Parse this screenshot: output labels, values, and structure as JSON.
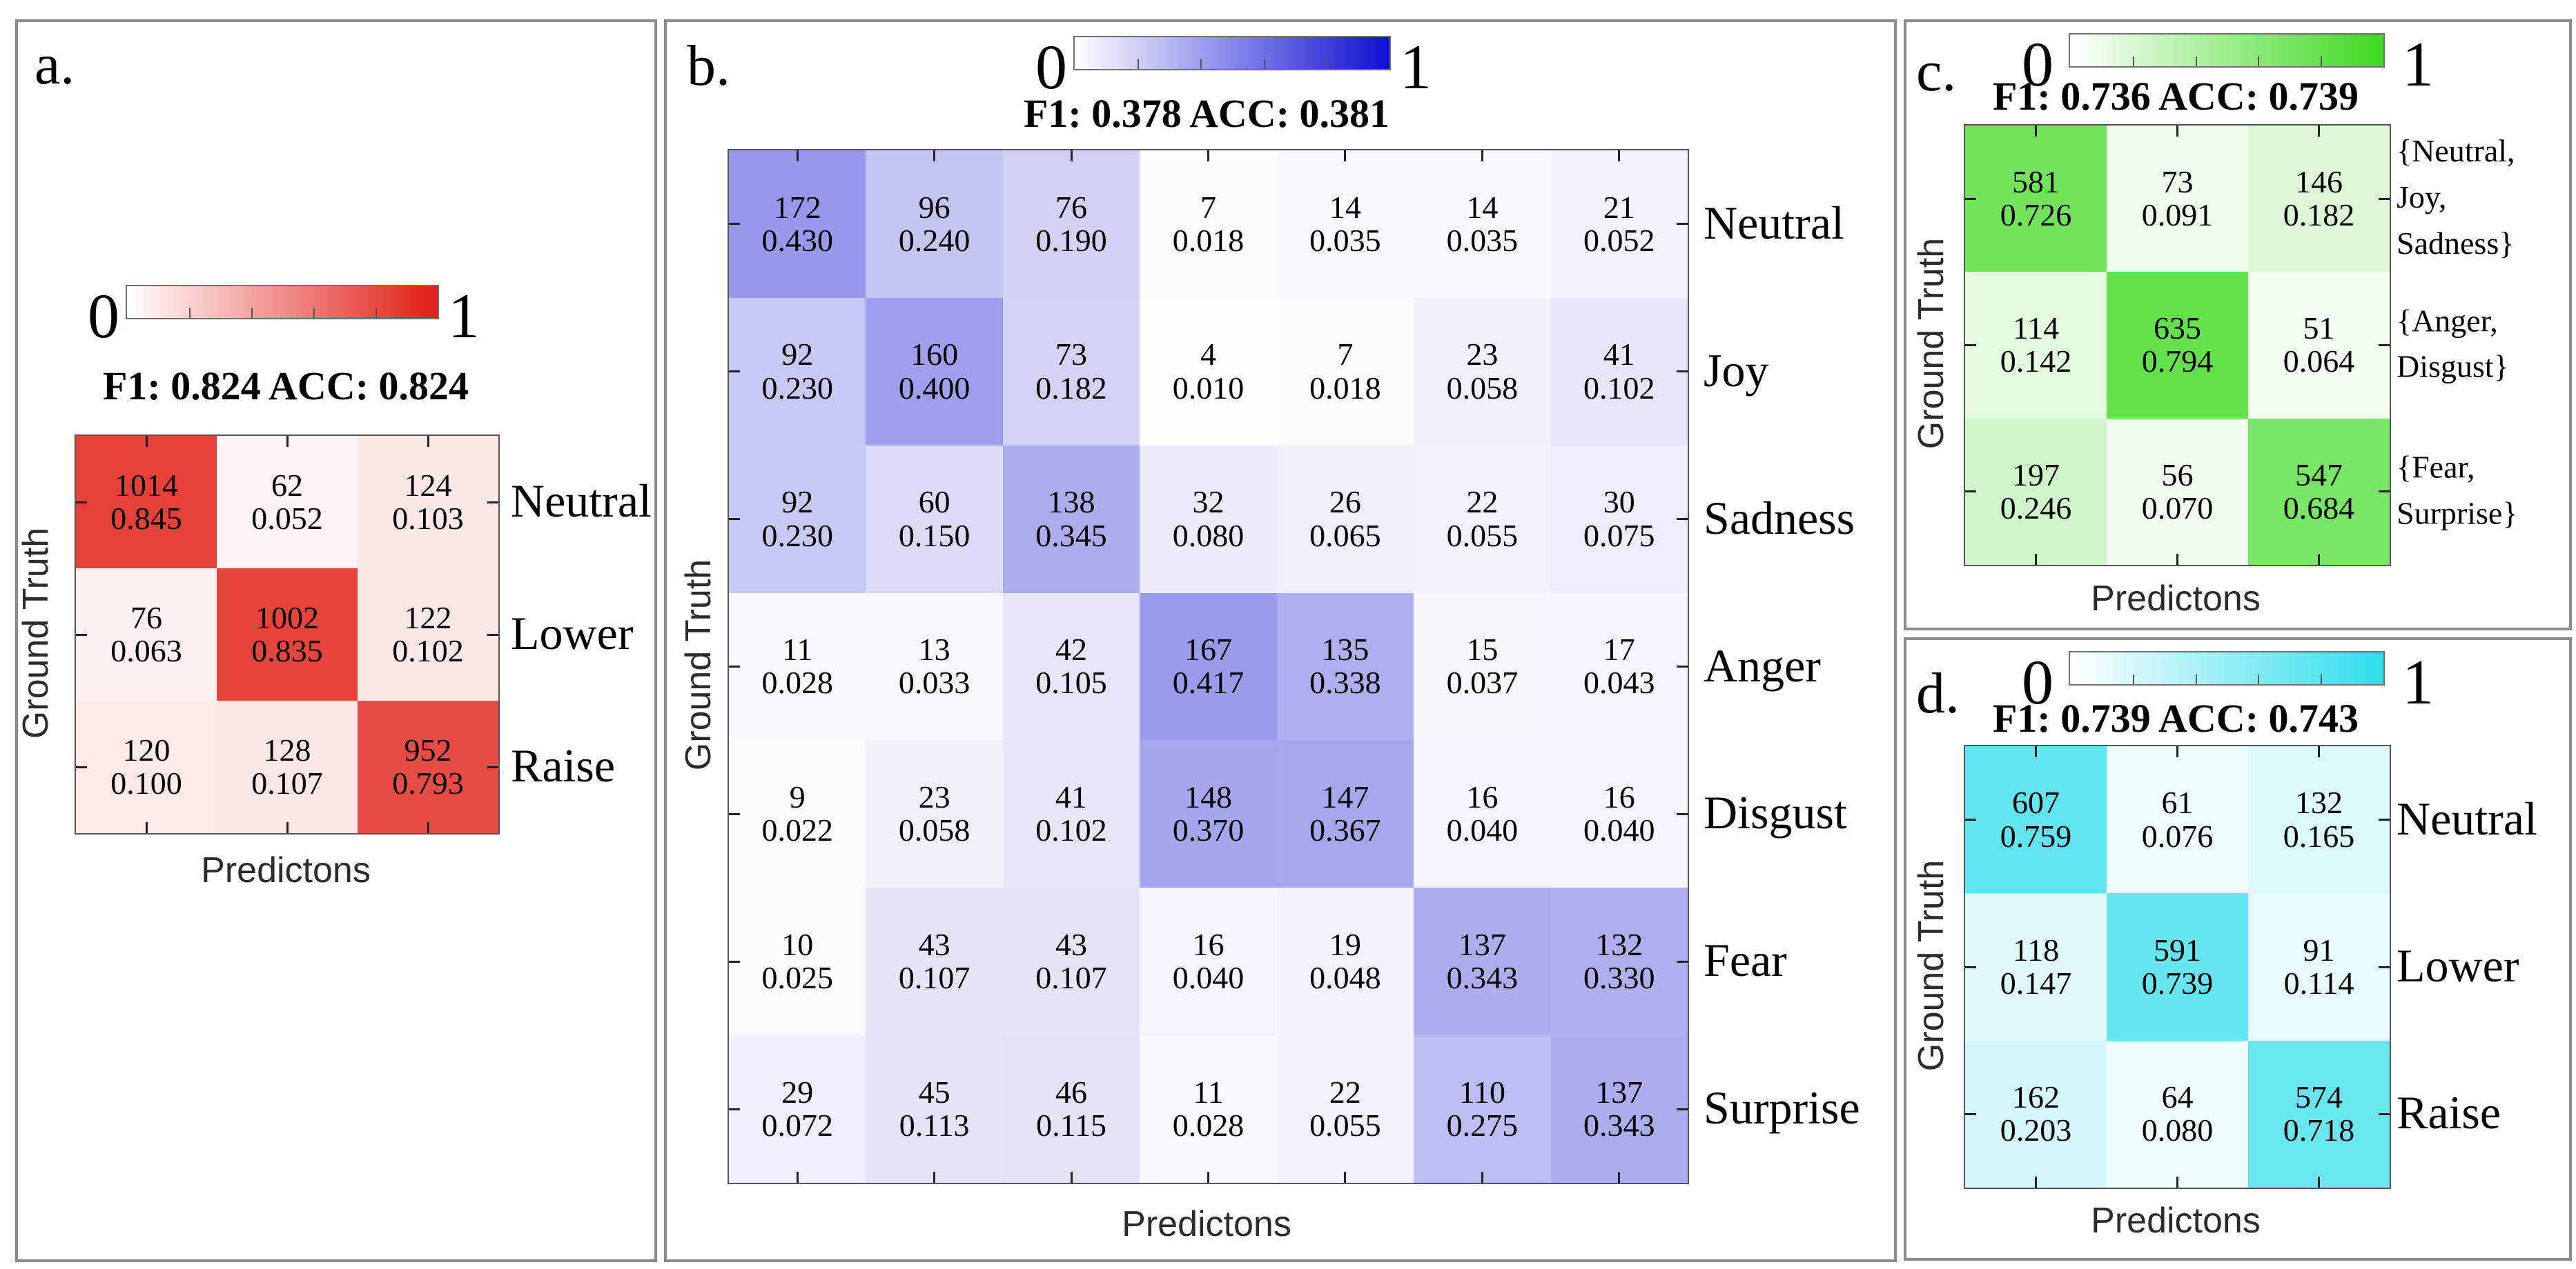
{
  "figure_name": "confusion-matrices",
  "chart_data": [
    {
      "id": "a",
      "type": "heatmap",
      "letter": "a.",
      "title": "F1: 0.824 ACC: 0.824",
      "f1": 0.824,
      "acc": 0.824,
      "xlabel": "Predictons",
      "ylabel": "Ground Truth",
      "colorbar": {
        "min_label": "0",
        "max_label": "1",
        "max_color": "#e11e14",
        "min_color": "#ffffff"
      },
      "row_labels": [
        [
          "Neutral"
        ],
        [
          "Lower"
        ],
        [
          "Raise"
        ]
      ],
      "cells": [
        [
          {
            "n": "1014",
            "p": "0.845"
          },
          {
            "n": "62",
            "p": "0.052"
          },
          {
            "n": "124",
            "p": "0.103"
          }
        ],
        [
          {
            "n": "76",
            "p": "0.063"
          },
          {
            "n": "1002",
            "p": "0.835"
          },
          {
            "n": "122",
            "p": "0.102"
          }
        ],
        [
          {
            "n": "120",
            "p": "0.100"
          },
          {
            "n": "128",
            "p": "0.107"
          },
          {
            "n": "952",
            "p": "0.793"
          }
        ]
      ]
    },
    {
      "id": "b",
      "type": "heatmap",
      "letter": "b.",
      "title": "F1: 0.378 ACC: 0.381",
      "f1": 0.378,
      "acc": 0.381,
      "xlabel": "Predictons",
      "ylabel": "Ground Truth",
      "colorbar": {
        "min_label": "0",
        "max_label": "1",
        "max_color": "#0f0fd2",
        "min_color": "#ffffff"
      },
      "row_labels": [
        [
          "Neutral"
        ],
        [
          "Joy"
        ],
        [
          "Sadness"
        ],
        [
          "Anger"
        ],
        [
          "Disgust"
        ],
        [
          "Fear"
        ],
        [
          "Surprise"
        ]
      ],
      "cells": [
        [
          {
            "n": "172",
            "p": "0.430"
          },
          {
            "n": "96",
            "p": "0.240"
          },
          {
            "n": "76",
            "p": "0.190"
          },
          {
            "n": "7",
            "p": "0.018"
          },
          {
            "n": "14",
            "p": "0.035"
          },
          {
            "n": "14",
            "p": "0.035"
          },
          {
            "n": "21",
            "p": "0.052"
          }
        ],
        [
          {
            "n": "92",
            "p": "0.230"
          },
          {
            "n": "160",
            "p": "0.400"
          },
          {
            "n": "73",
            "p": "0.182"
          },
          {
            "n": "4",
            "p": "0.010"
          },
          {
            "n": "7",
            "p": "0.018"
          },
          {
            "n": "23",
            "p": "0.058"
          },
          {
            "n": "41",
            "p": "0.102"
          }
        ],
        [
          {
            "n": "92",
            "p": "0.230"
          },
          {
            "n": "60",
            "p": "0.150"
          },
          {
            "n": "138",
            "p": "0.345"
          },
          {
            "n": "32",
            "p": "0.080"
          },
          {
            "n": "26",
            "p": "0.065"
          },
          {
            "n": "22",
            "p": "0.055"
          },
          {
            "n": "30",
            "p": "0.075"
          }
        ],
        [
          {
            "n": "11",
            "p": "0.028"
          },
          {
            "n": "13",
            "p": "0.033"
          },
          {
            "n": "42",
            "p": "0.105"
          },
          {
            "n": "167",
            "p": "0.417"
          },
          {
            "n": "135",
            "p": "0.338"
          },
          {
            "n": "15",
            "p": "0.037"
          },
          {
            "n": "17",
            "p": "0.043"
          }
        ],
        [
          {
            "n": "9",
            "p": "0.022"
          },
          {
            "n": "23",
            "p": "0.058"
          },
          {
            "n": "41",
            "p": "0.102"
          },
          {
            "n": "148",
            "p": "0.370"
          },
          {
            "n": "147",
            "p": "0.367"
          },
          {
            "n": "16",
            "p": "0.040"
          },
          {
            "n": "16",
            "p": "0.040"
          }
        ],
        [
          {
            "n": "10",
            "p": "0.025"
          },
          {
            "n": "43",
            "p": "0.107"
          },
          {
            "n": "43",
            "p": "0.107"
          },
          {
            "n": "16",
            "p": "0.040"
          },
          {
            "n": "19",
            "p": "0.048"
          },
          {
            "n": "137",
            "p": "0.343"
          },
          {
            "n": "132",
            "p": "0.330"
          }
        ],
        [
          {
            "n": "29",
            "p": "0.072"
          },
          {
            "n": "45",
            "p": "0.113"
          },
          {
            "n": "46",
            "p": "0.115"
          },
          {
            "n": "11",
            "p": "0.028"
          },
          {
            "n": "22",
            "p": "0.055"
          },
          {
            "n": "110",
            "p": "0.275"
          },
          {
            "n": "137",
            "p": "0.343"
          }
        ]
      ]
    },
    {
      "id": "c",
      "type": "heatmap",
      "letter": "c.",
      "title": "F1: 0.736 ACC: 0.739",
      "f1": 0.736,
      "acc": 0.739,
      "xlabel": "Predictons",
      "ylabel": "Ground Truth",
      "colorbar": {
        "min_label": "0",
        "max_label": "1",
        "max_color": "#3cda1e",
        "min_color": "#ffffff"
      },
      "row_labels": [
        [
          "{Neutral,",
          "Joy,",
          "Sadness}"
        ],
        [
          "{Anger,",
          "Disgust}"
        ],
        [
          "{Fear,",
          "Surprise}"
        ]
      ],
      "cells": [
        [
          {
            "n": "581",
            "p": "0.726"
          },
          {
            "n": "73",
            "p": "0.091"
          },
          {
            "n": "146",
            "p": "0.182"
          }
        ],
        [
          {
            "n": "114",
            "p": "0.142"
          },
          {
            "n": "635",
            "p": "0.794"
          },
          {
            "n": "51",
            "p": "0.064"
          }
        ],
        [
          {
            "n": "197",
            "p": "0.246"
          },
          {
            "n": "56",
            "p": "0.070"
          },
          {
            "n": "547",
            "p": "0.684"
          }
        ]
      ]
    },
    {
      "id": "d",
      "type": "heatmap",
      "letter": "d.",
      "title": "F1: 0.739 ACC: 0.743",
      "f1": 0.739,
      "acc": 0.743,
      "xlabel": "Predictons",
      "ylabel": "Ground Truth",
      "colorbar": {
        "min_label": "0",
        "max_label": "1",
        "max_color": "#2ddeeb",
        "min_color": "#ffffff"
      },
      "row_labels": [
        [
          "Neutral"
        ],
        [
          "Lower"
        ],
        [
          "Raise"
        ]
      ],
      "cells": [
        [
          {
            "n": "607",
            "p": "0.759"
          },
          {
            "n": "61",
            "p": "0.076"
          },
          {
            "n": "132",
            "p": "0.165"
          }
        ],
        [
          {
            "n": "118",
            "p": "0.147"
          },
          {
            "n": "591",
            "p": "0.739"
          },
          {
            "n": "91",
            "p": "0.114"
          }
        ],
        [
          {
            "n": "162",
            "p": "0.203"
          },
          {
            "n": "64",
            "p": "0.080"
          },
          {
            "n": "574",
            "p": "0.718"
          }
        ]
      ]
    }
  ]
}
